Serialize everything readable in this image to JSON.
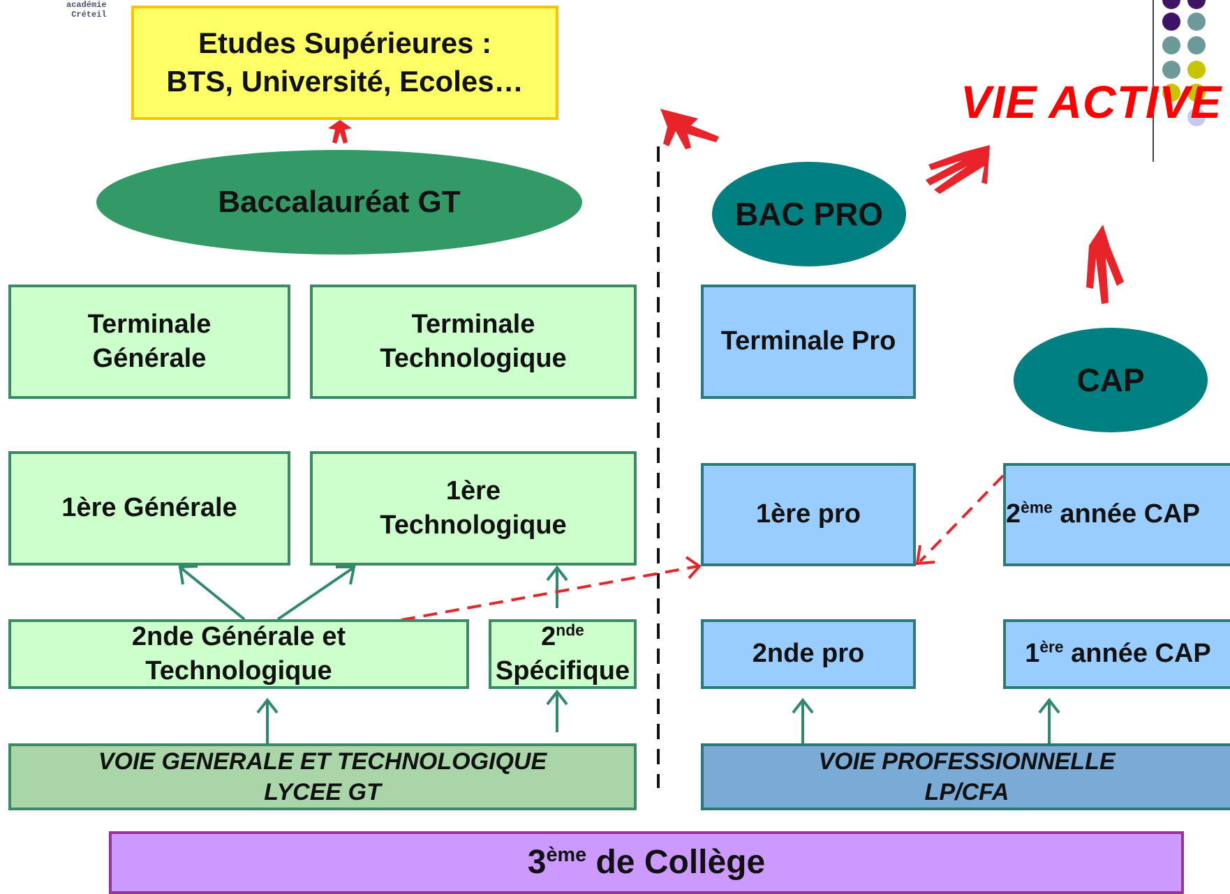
{
  "logo": {
    "line1": "académie",
    "line2": "Créteil"
  },
  "etudes": {
    "line1": "Etudes Supérieures :",
    "line2": "BTS, Université, Ecoles…"
  },
  "vie_active": "VIE ACTIVE",
  "bac_gt": "Baccalauréat GT",
  "bac_pro": "BAC PRO",
  "cap": "CAP",
  "terminale_generale": {
    "line1": "Terminale",
    "line2": "Générale"
  },
  "terminale_techno": {
    "line1": "Terminale",
    "line2": "Technologique"
  },
  "terminale_pro": "Terminale Pro",
  "premiere_generale": "1ère Générale",
  "premiere_techno": {
    "line1": "1ère",
    "line2": "Technologique"
  },
  "premiere_pro": "1ère pro",
  "deuxieme_annee_cap": {
    "num": "2",
    "sup": "ème",
    "rest": " année CAP"
  },
  "seconde_gt": {
    "line1": "2nde Générale et",
    "line2": "Technologique"
  },
  "seconde_specifique": {
    "num": "2",
    "sup": "nde",
    "line2": "Spécifique"
  },
  "seconde_pro": "2nde pro",
  "premiere_annee_cap": {
    "num": "1",
    "sup": "ère",
    "rest": " année CAP"
  },
  "voie_gt": {
    "line1": "VOIE GENERALE ET TECHNOLOGIQUE",
    "line2": "LYCEE GT"
  },
  "voie_pro": {
    "line1": "VOIE PROFESSIONNELLE",
    "line2": "LP/CFA"
  },
  "college": {
    "num": "3",
    "sup": "ème",
    "rest": " de Collège"
  },
  "colors": {
    "green_fill": "#ccffcc",
    "green_border": "#3a8a66",
    "blue_fill": "#99ccff",
    "blue_border": "#2a7a78",
    "bac_gt_ellipse": "#339966",
    "teal_ellipse": "#008080",
    "etudes_fill": "#ffff66",
    "etudes_border": "#ffc000",
    "college_fill": "#cc99ff",
    "college_border": "#993399",
    "voie_gt_fill": "#a9d5a9",
    "voie_pro_fill": "#7aaad6",
    "red_arrow": "#e8242a",
    "vie_active_text": "#ff0000"
  }
}
